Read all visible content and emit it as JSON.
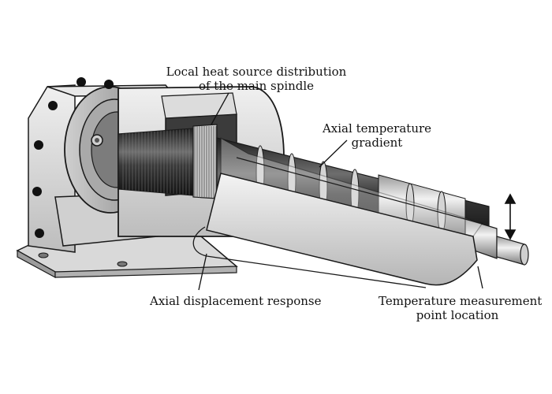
{
  "labels": {
    "heat_source_line1": "Local heat source distribution",
    "heat_source_line2": "of the main spindle",
    "axial_temp_line1": "Axial temperature",
    "axial_temp_line2": "gradient",
    "displacement": "Axial displacement response",
    "measurement_line1": "Temperature measurement",
    "measurement_line2": "point location"
  },
  "colors": {
    "body_light": "#e4e4e4",
    "body_mid": "#c8c8c8",
    "body_dark": "#8a8a8a",
    "shaft_dark": "#2e2e2e",
    "shaft_mid": "#6a6a6a",
    "shaft_light": "#d8d8d8",
    "outline": "#1a1a1a"
  },
  "icons": {
    "bolt_markers": "black-dot-markers",
    "vertical_arrow": "double-headed-vertical-arrow"
  }
}
